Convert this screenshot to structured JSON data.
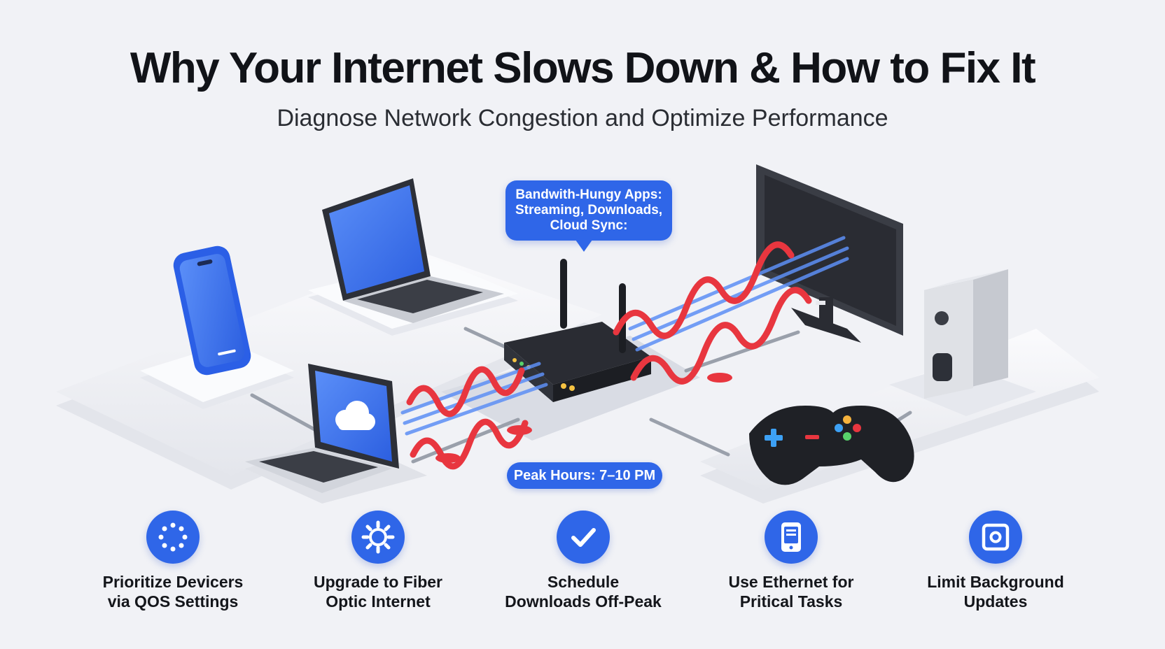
{
  "header": {
    "title": "Why Your Internet Slows Down & How to Fix It",
    "subtitle": "Diagnose Network Congestion and Optimize Performance"
  },
  "diagram": {
    "callout": {
      "line1": "Bandwith-Hungy Apps:",
      "line2": "Streaming, Downloads,",
      "line3": "Cloud Sync:"
    },
    "peak_label": "Peak Hours: 7–10 PM",
    "nodes": [
      "smartphone",
      "laptop",
      "cloud-laptop",
      "router",
      "monitor",
      "desktop-tower",
      "game-controller"
    ]
  },
  "tips": [
    {
      "icon": "dots-icon",
      "label": "Prioritize Devicers\nvia QOS Settings"
    },
    {
      "icon": "gear-icon",
      "label": "Upgrade to Fiber\nOptic Internet"
    },
    {
      "icon": "check-icon",
      "label": "Schedule\nDownloads Off-Peak"
    },
    {
      "icon": "tablet-icon",
      "label": "Use Ethernet for\nPritical Tasks"
    },
    {
      "icon": "square-target-icon",
      "label": "Limit Background\nUpdates"
    }
  ],
  "colors": {
    "accent": "#2f66e8",
    "signal": "#e8363f",
    "stream": "#5d8ff5",
    "background": "#f1f2f6"
  }
}
